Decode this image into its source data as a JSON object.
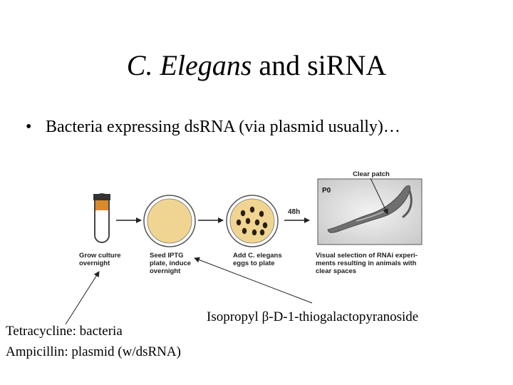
{
  "slide": {
    "title_italic": "C. Elegans",
    "title_rest": " and siRNA",
    "bullet_marker": "•",
    "bullet_text": "Bacteria expressing dsRNA (via plasmid usually)…"
  },
  "figure": {
    "label_clear_patch": "Clear patch",
    "label_p0": "P0",
    "label_48h": "48h",
    "steps": [
      {
        "lines": [
          "Grow culture",
          "overnight"
        ]
      },
      {
        "lines": [
          "Seed IPTG",
          "plate, induce",
          "overnight"
        ]
      },
      {
        "lines": [
          "Add C. elegans",
          "eggs to plate"
        ]
      },
      {
        "lines": [
          "Visual selection of RNAi experi-",
          "ments resulting in animals with",
          "clear spaces"
        ]
      }
    ],
    "colors": {
      "culture": "#d98a2b",
      "plate": "#f0d592",
      "eggs": "#2a1e12"
    }
  },
  "annotations": {
    "iptg": "Isopropyl β-D-1-thiogalactopyranoside",
    "antibiotics_line1": "Tetracycline: bacteria",
    "antibiotics_line2": "Ampicillin: plasmid (w/dsRNA)"
  }
}
